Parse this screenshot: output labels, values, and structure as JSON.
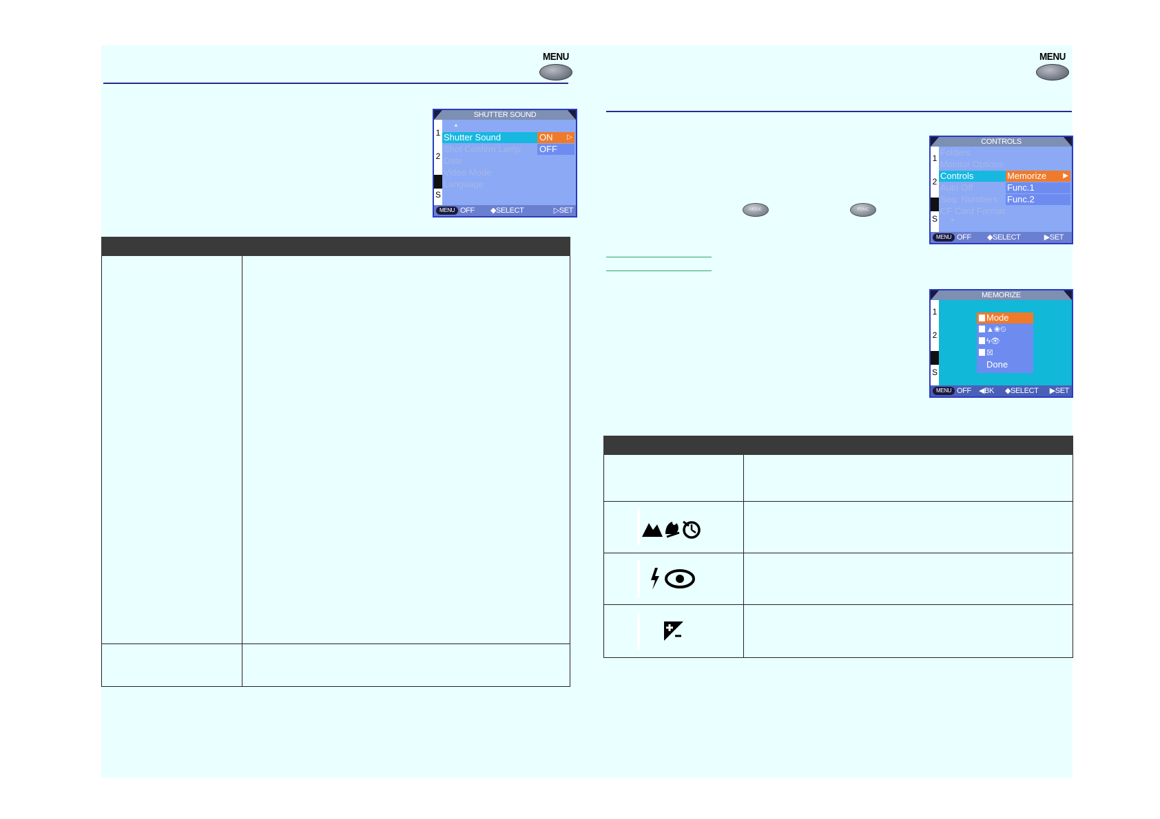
{
  "left": {
    "menu_label": "MENU",
    "screen": {
      "title": "SHUTTER SOUND",
      "up_arrow": "▲",
      "tabs": [
        "1",
        "2",
        "S"
      ],
      "items": [
        "Shutter Sound",
        "Shot Confirm Lamp",
        "Date",
        "Video Mode",
        "Language"
      ],
      "options": [
        "ON",
        "OFF"
      ],
      "footer": {
        "menu": "MENU",
        "off": "OFF",
        "select": "◆SELECT",
        "set": "▷SET"
      }
    }
  },
  "right": {
    "menu_label": "MENU",
    "controls_screen": {
      "title": "CONTROLS",
      "tabs": [
        "1",
        "2",
        "S"
      ],
      "items": [
        "Folders",
        "Monitor Options",
        "Controls",
        "Auto Off",
        "Seq. Numbers",
        "CF Card Format"
      ],
      "options": [
        "Memorize",
        "Func.1",
        "Func.2"
      ],
      "down_arrow": "▼",
      "footer": {
        "menu": "MENU",
        "off": "OFF",
        "select": "◆SELECT",
        "set": "▶SET"
      }
    },
    "buttons": {
      "mode": "MODE",
      "func": "FUNC"
    },
    "memorize_screen": {
      "title": "MEMORIZE",
      "tabs": [
        "1",
        "2",
        "S"
      ],
      "items": [
        "Mode",
        "▲❀⏲",
        "ϟ👁",
        "☒",
        "Done"
      ],
      "footer": {
        "menu": "MENU",
        "off": "OFF",
        "bk": "◀BK",
        "select": "◆SELECT",
        "set": "▶SET"
      }
    },
    "table_icons": [
      "scene-macro-selftimer",
      "flash-redeye",
      "exposure-compensation"
    ]
  },
  "colors": {
    "page_bg": "#eaffff",
    "rule": "#2a2a8a",
    "lcd_bg": "#8ba9f5",
    "highlight": "#16b8e0",
    "option_highlight": "#f07a2a"
  }
}
